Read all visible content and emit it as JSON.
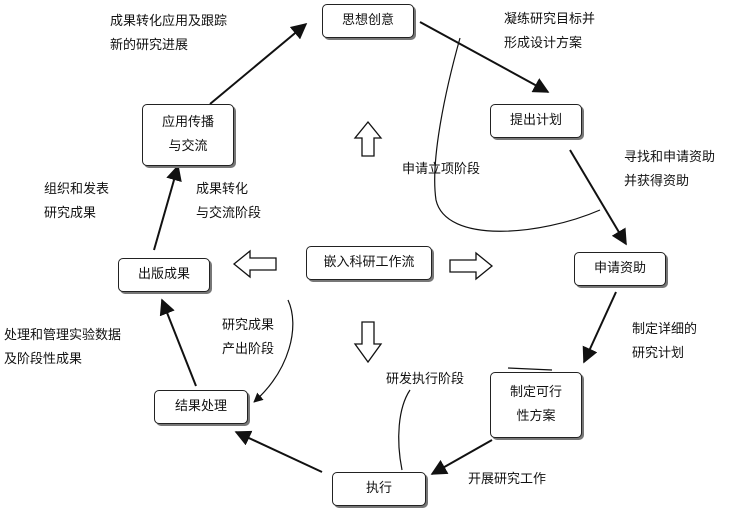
{
  "center": "嵌入科研工作流",
  "nodes": {
    "idea": "思想创意",
    "plan": "提出计划",
    "funding": "申请资助",
    "feasible": "制定可行\n性方案",
    "execute": "执行",
    "process": "结果处理",
    "publish": "出版成果",
    "spread": "应用传播\n与交流"
  },
  "edge_labels": {
    "idea_to_plan": "凝练研究目标并\n形成设计方案",
    "plan_to_funding": "寻找和申请资助\n并获得资助",
    "funding_to_feasible": "制定详细的\n研究计划",
    "feasible_to_execute": "开展研究工作",
    "execute_to_process": "处理和管理实验数据\n及阶段性成果",
    "process_to_publish": "组织和发表\n研究成果",
    "spread_to_idea": "成果转化应用及跟踪\n新的研究进展"
  },
  "phases": {
    "apply": "申请立项阶段",
    "research": "研发执行阶段",
    "output": "研究成果\n产出阶段",
    "transfer": "成果转化\n与交流阶段"
  }
}
